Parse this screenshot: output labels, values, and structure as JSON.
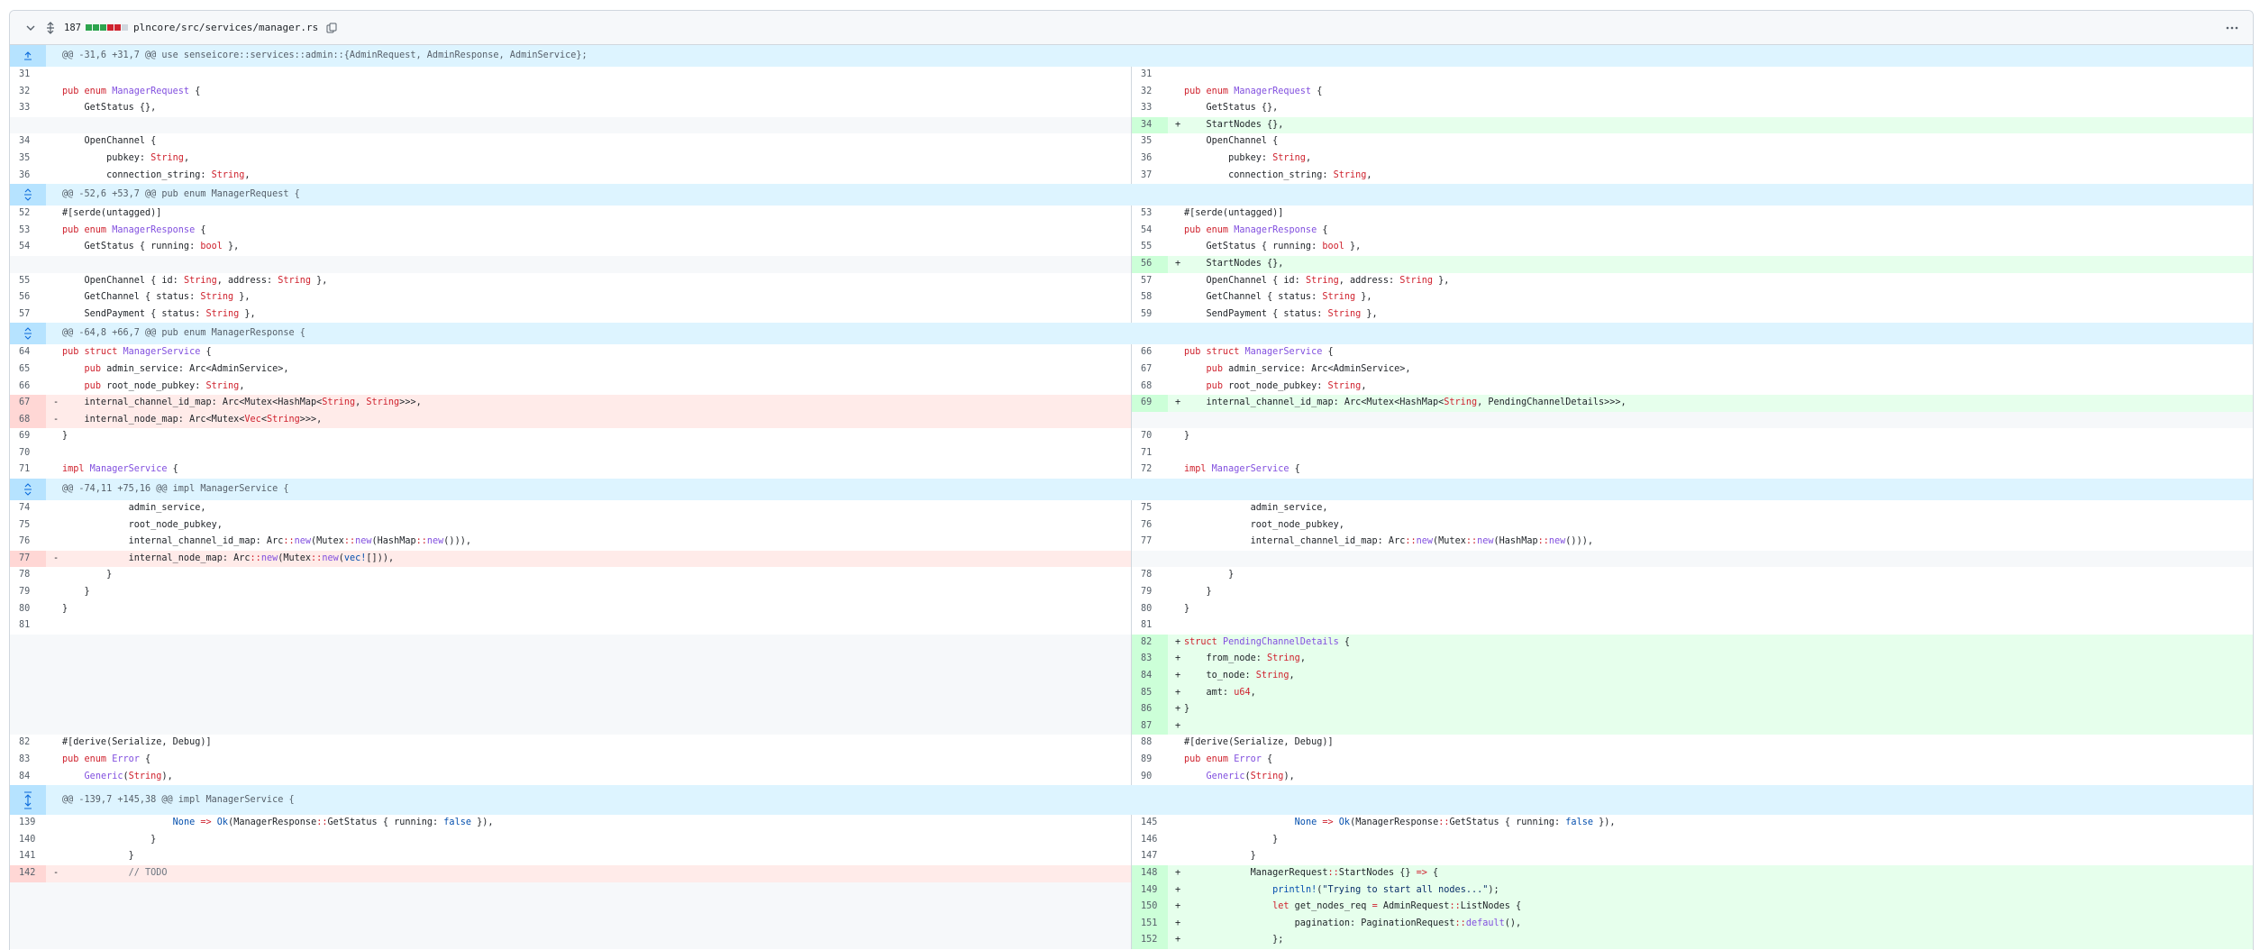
{
  "header": {
    "changed_count": "187",
    "file_path": "plncore/src/services/manager.rs",
    "diffstat_colors": [
      "#2da44e",
      "#2da44e",
      "#2da44e",
      "#cf222e",
      "#cf222e",
      "#d0d7de"
    ]
  },
  "hunks": [
    "@@ -31,6 +31,7 @@ use senseicore::services::admin::{AdminRequest, AdminResponse, AdminService};",
    "@@ -52,6 +53,7 @@ pub enum ManagerRequest {",
    "@@ -64,8 +66,7 @@ pub enum ManagerResponse {",
    "@@ -74,11 +75,16 @@ impl ManagerService {",
    "@@ -139,7 +145,38 @@ impl ManagerService {"
  ],
  "lines": {
    "l1": [
      "31",
      "32",
      "33",
      "34",
      "35",
      "36"
    ],
    "r1": [
      "31",
      "32",
      "33",
      "34",
      "35",
      "36",
      "37"
    ],
    "l2": [
      "52",
      "53",
      "54",
      "55",
      "56",
      "57"
    ],
    "r2": [
      "53",
      "54",
      "55",
      "56",
      "57",
      "58",
      "59"
    ],
    "l3": [
      "64",
      "65",
      "66",
      "67",
      "68",
      "69",
      "70",
      "71"
    ],
    "r3": [
      "66",
      "67",
      "68",
      "69",
      "70",
      "71",
      "72"
    ],
    "l4": [
      "74",
      "75",
      "76",
      "77",
      "78",
      "79",
      "80",
      "81",
      "82",
      "83",
      "84"
    ],
    "r4": [
      "75",
      "76",
      "77",
      "78",
      "79",
      "80",
      "81",
      "82",
      "83",
      "84",
      "85",
      "86",
      "87",
      "88",
      "89",
      "90"
    ],
    "l5": [
      "139",
      "140",
      "141",
      "142"
    ],
    "r5": [
      "145",
      "146",
      "147",
      "148",
      "149",
      "150",
      "151",
      "152"
    ]
  },
  "markers": {
    "add": "+",
    "del": "-"
  }
}
